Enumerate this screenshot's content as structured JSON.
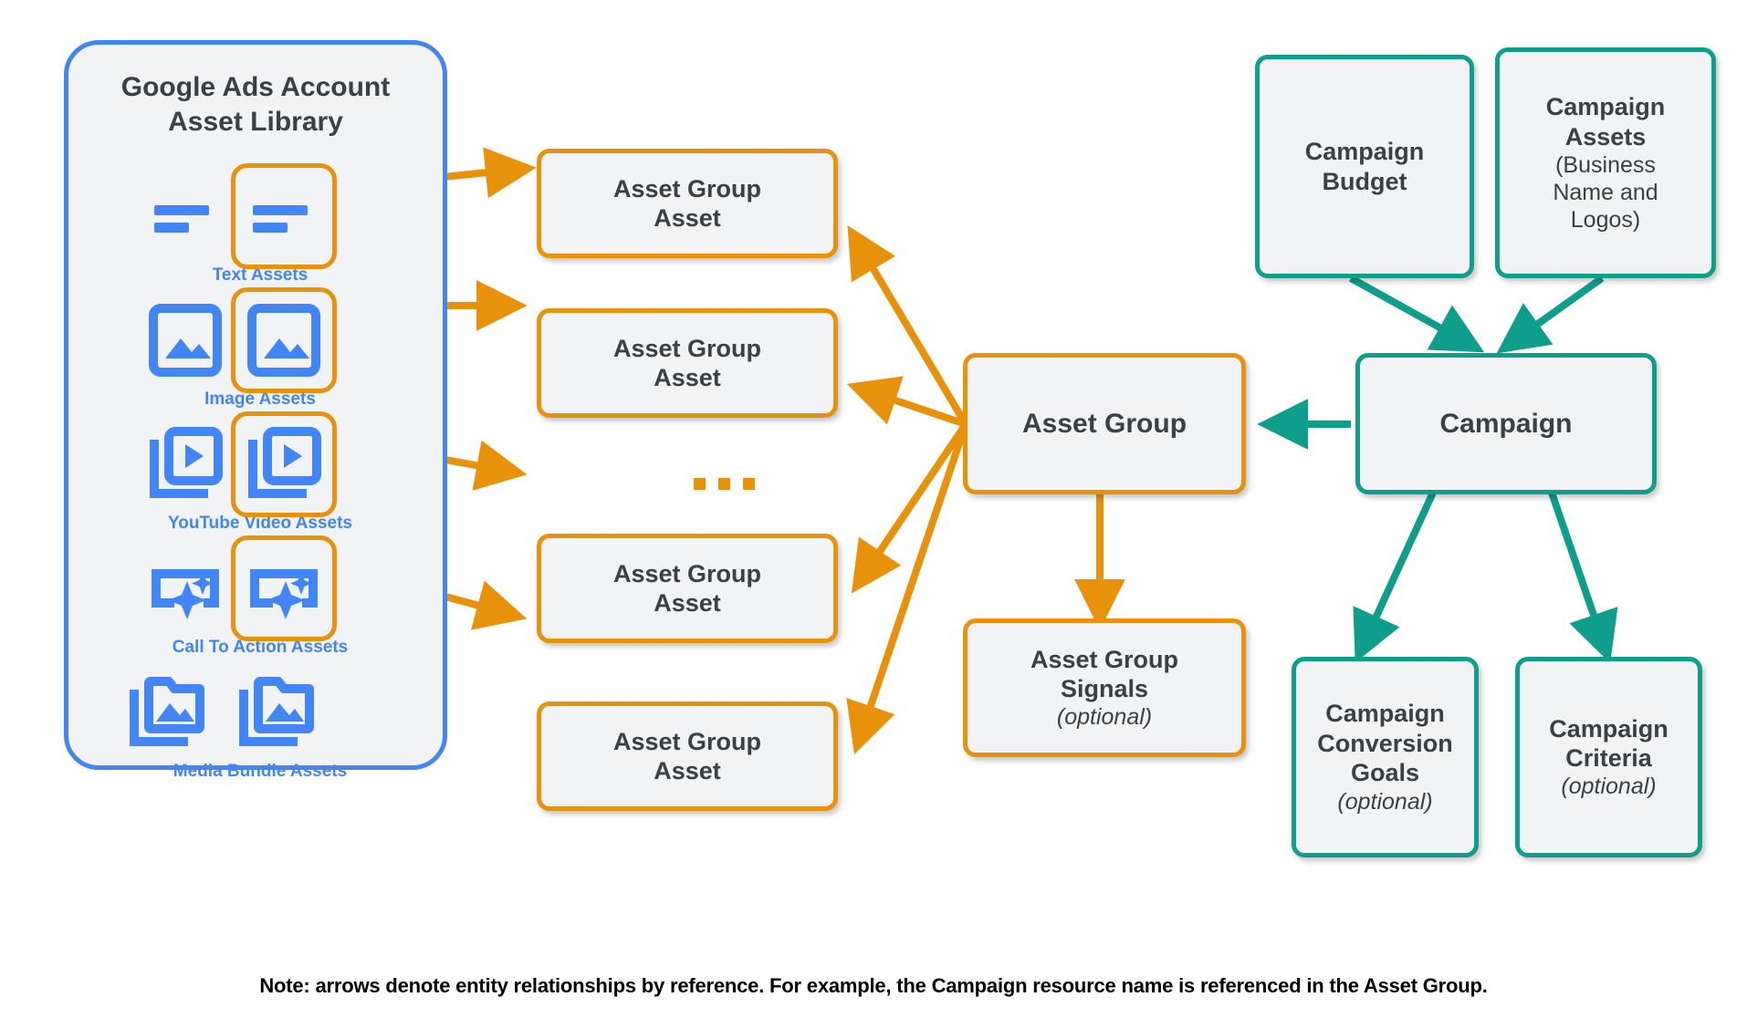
{
  "library": {
    "title": "Google Ads Account\nAsset Library",
    "border_color": "#4285f4",
    "items": [
      {
        "label": "Text Assets",
        "icon": "text-asset-icon"
      },
      {
        "label": "Image Assets",
        "icon": "image-asset-icon"
      },
      {
        "label": "YouTube Video  Assets",
        "icon": "youtube-video-asset-icon"
      },
      {
        "label": "Call To Action Assets",
        "icon": "call-to-action-asset-icon"
      },
      {
        "label": "Media Bundle  Assets",
        "icon": "media-bundle-asset-icon"
      }
    ]
  },
  "asset_group_assets": [
    {
      "label": "Asset Group\nAsset"
    },
    {
      "label": "Asset Group\nAsset"
    },
    {
      "label": "Asset Group\nAsset"
    },
    {
      "label": "Asset Group\nAsset"
    }
  ],
  "ellipsis": "...",
  "center": {
    "asset_group": "Asset Group",
    "asset_group_signals": {
      "title": "Asset Group\nSignals",
      "qualifier": "(optional)"
    }
  },
  "campaign_side": {
    "campaign_budget": "Campaign\nBudget",
    "campaign_assets": {
      "title": "Campaign\nAssets",
      "qualifier": "(Business\nName and\nLogos)"
    },
    "campaign": "Campaign",
    "campaign_conversion_goals": {
      "title": "Campaign\nConversion\nGoals",
      "qualifier": "(optional)"
    },
    "campaign_criteria": {
      "title": "Campaign\nCriteria",
      "qualifier": "(optional)"
    }
  },
  "note": "Note: arrows denote entity relationships by reference. For example, the Campaign resource name is referenced in the Asset Group.",
  "colors": {
    "orange": "#e8910a",
    "teal": "#0f9d8c",
    "blue": "#4285f4",
    "node_fill": "#f1f3f4",
    "text": "#3c4043"
  }
}
